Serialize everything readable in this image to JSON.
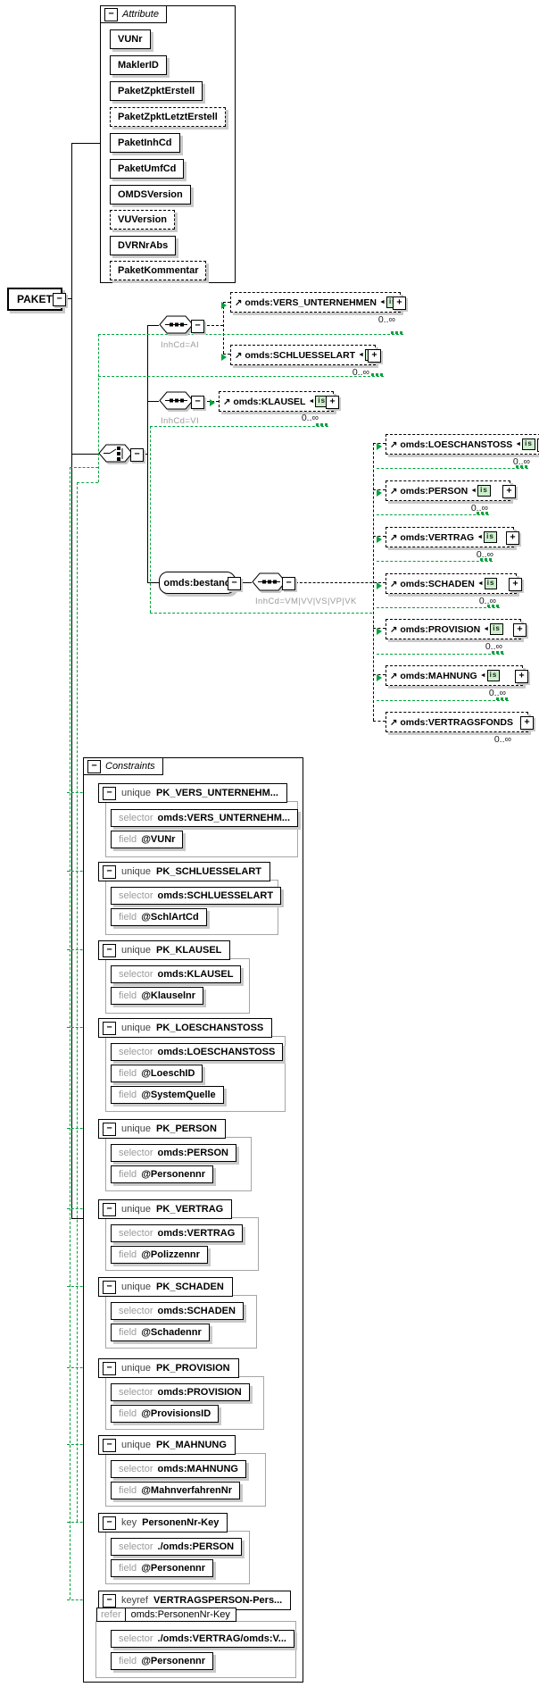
{
  "colors": {
    "accent_green": "#00a33c",
    "shadow": "#c9c9c9",
    "muted_text": "#9b9b9b",
    "badge_bg": "#ccefcc"
  },
  "root_element": {
    "label": "PAKET"
  },
  "attributes_panel": {
    "title": "Attribute",
    "items": [
      {
        "label": "VUNr",
        "optional": false
      },
      {
        "label": "MaklerID",
        "optional": false
      },
      {
        "label": "PaketZpktErstell",
        "optional": false
      },
      {
        "label": "PaketZpktLetztErstell",
        "optional": true
      },
      {
        "label": "PaketInhCd",
        "optional": false
      },
      {
        "label": "PaketUmfCd",
        "optional": false
      },
      {
        "label": "OMDSVersion",
        "optional": false
      },
      {
        "label": "VUVersion",
        "optional": true
      },
      {
        "label": "DVRNrAbs",
        "optional": false
      },
      {
        "label": "PaketKommentar",
        "optional": true
      }
    ]
  },
  "model_groups": {
    "seq_ai_label": "InhCd=AI",
    "seq_vi_label": "InhCd=VI",
    "seq_bestand_label": "InhCd=VM|VV|VS|VP|VK"
  },
  "bestand": {
    "label": "omds:bestand"
  },
  "mid_elements": [
    {
      "label": "omds:VERS_UNTERNEHMEN",
      "occurrence": "0..∞",
      "badge": "is"
    },
    {
      "label": "omds:SCHLUESSELART",
      "occurrence": "0..∞",
      "badge": "is"
    },
    {
      "label": "omds:KLAUSEL",
      "occurrence": "0..∞",
      "badge": "is"
    }
  ],
  "right_elements": [
    {
      "label": "omds:LOESCHANSTOSS",
      "occurrence": "0..∞",
      "badge": "is"
    },
    {
      "label": "omds:PERSON",
      "occurrence": "0..∞",
      "badge": "is"
    },
    {
      "label": "omds:VERTRAG",
      "occurrence": "0..∞",
      "badge": "is"
    },
    {
      "label": "omds:SCHADEN",
      "occurrence": "0..∞",
      "badge": "is"
    },
    {
      "label": "omds:PROVISION",
      "occurrence": "0..∞",
      "badge": "is"
    },
    {
      "label": "omds:MAHNUNG",
      "occurrence": "0..∞",
      "badge": "is"
    },
    {
      "label": "omds:VERTRAGSFONDS",
      "occurrence": "0..∞",
      "badge": null
    }
  ],
  "constraints_panel": {
    "title": "Constraints",
    "items": [
      {
        "kind": "unique",
        "name": "PK_VERS_UNTERNEHM...",
        "selector_label": "selector",
        "field_label": "field",
        "selector": "omds:VERS_UNTERNEHM...",
        "fields": [
          "@VUNr"
        ]
      },
      {
        "kind": "unique",
        "name": "PK_SCHLUESSELART",
        "selector_label": "selector",
        "field_label": "field",
        "selector": "omds:SCHLUESSELART",
        "fields": [
          "@SchlArtCd"
        ]
      },
      {
        "kind": "unique",
        "name": "PK_KLAUSEL",
        "selector_label": "selector",
        "field_label": "field",
        "selector": "omds:KLAUSEL",
        "fields": [
          "@Klauselnr"
        ]
      },
      {
        "kind": "unique",
        "name": "PK_LOESCHANSTOSS",
        "selector_label": "selector",
        "field_label": "field",
        "selector": "omds:LOESCHANSTOSS",
        "fields": [
          "@LoeschID",
          "@SystemQuelle"
        ]
      },
      {
        "kind": "unique",
        "name": "PK_PERSON",
        "selector_label": "selector",
        "field_label": "field",
        "selector": "omds:PERSON",
        "fields": [
          "@Personennr"
        ]
      },
      {
        "kind": "unique",
        "name": "PK_VERTRAG",
        "selector_label": "selector",
        "field_label": "field",
        "selector": "omds:VERTRAG",
        "fields": [
          "@Polizzennr"
        ]
      },
      {
        "kind": "unique",
        "name": "PK_SCHADEN",
        "selector_label": "selector",
        "field_label": "field",
        "selector": "omds:SCHADEN",
        "fields": [
          "@Schadennr"
        ]
      },
      {
        "kind": "unique",
        "name": "PK_PROVISION",
        "selector_label": "selector",
        "field_label": "field",
        "selector": "omds:PROVISION",
        "fields": [
          "@ProvisionsID"
        ]
      },
      {
        "kind": "unique",
        "name": "PK_MAHNUNG",
        "selector_label": "selector",
        "field_label": "field",
        "selector": "omds:MAHNUNG",
        "fields": [
          "@MahnverfahrenNr"
        ]
      },
      {
        "kind": "key",
        "name": "PersonenNr-Key",
        "selector_label": "selector",
        "field_label": "field",
        "selector": "./omds:PERSON",
        "fields": [
          "@Personennr"
        ]
      },
      {
        "kind": "keyref",
        "name": "VERTRAGSPERSON-Pers...",
        "selector_label": "selector",
        "field_label": "field",
        "refer_label": "refer",
        "refer": "omds:PersonenNr-Key",
        "selector": "./omds:VERTRAG/omds:V...",
        "fields": [
          "@Personennr"
        ]
      }
    ]
  }
}
